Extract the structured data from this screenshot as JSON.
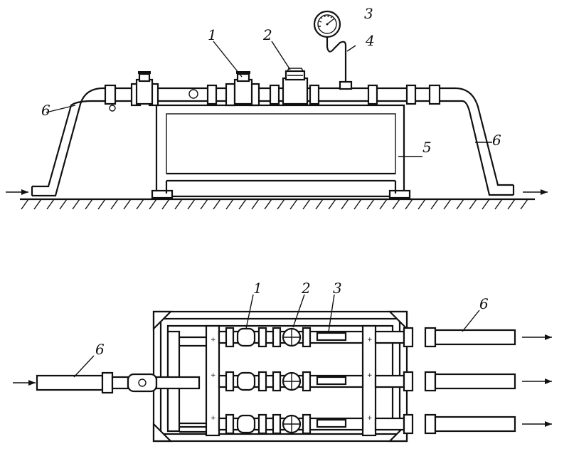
{
  "side_view": {
    "callouts": [
      {
        "key": "valve",
        "text": "1"
      },
      {
        "key": "meter",
        "text": "2"
      },
      {
        "key": "gauge",
        "text": "3"
      },
      {
        "key": "siphon",
        "text": "4"
      },
      {
        "key": "frame",
        "text": "5"
      },
      {
        "key": "pipe_left",
        "text": "6"
      },
      {
        "key": "pipe_right",
        "text": "6"
      }
    ]
  },
  "plan_view": {
    "callouts": [
      {
        "key": "valve",
        "text": "1"
      },
      {
        "key": "meter",
        "text": "2"
      },
      {
        "key": "gauge",
        "text": "3"
      },
      {
        "key": "pipe_left",
        "text": "6"
      },
      {
        "key": "pipe_right",
        "text": "6"
      }
    ]
  }
}
